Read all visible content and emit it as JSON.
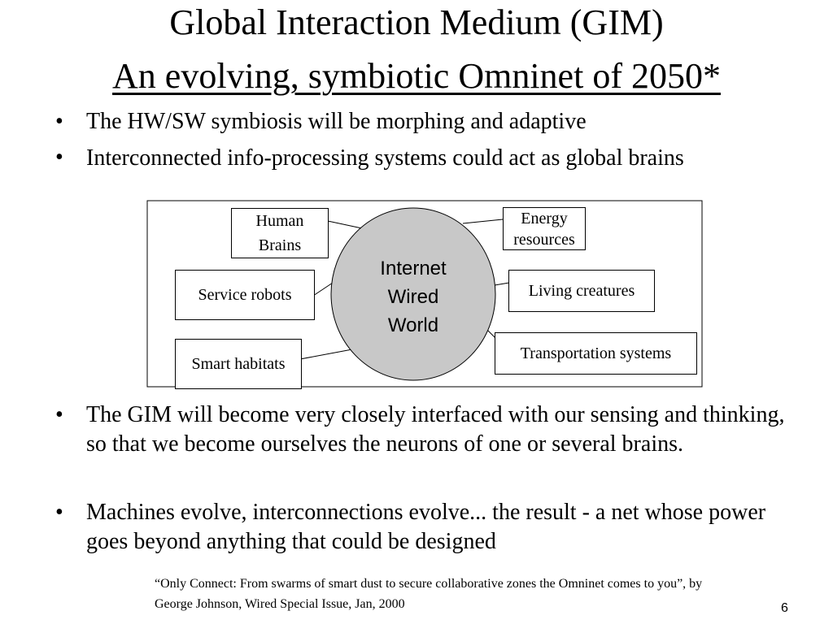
{
  "title": {
    "line1": "Global Interaction Medium (GIM)",
    "line2": "An evolving, symbiotic Omninet of 2050*"
  },
  "bullets_top": [
    {
      "marker": "•",
      "text": "The HW/SW symbiosis will be morphing and adaptive"
    },
    {
      "marker": "•",
      "text": "Interconnected info-processing systems could act as global brains"
    }
  ],
  "diagram": {
    "hub": {
      "line1": "Internet",
      "line2": "Wired",
      "line3": "World",
      "fill": "#c8c8c8"
    },
    "nodes": {
      "human_brains": {
        "line1": "Human",
        "line2": "Brains"
      },
      "service_robots": "Service robots",
      "smart_habitats": "Smart habitats",
      "energy_resources": {
        "line1": "Energy",
        "line2": "resources"
      },
      "living_creatures": "Living creatures",
      "transportation_systems": "Transportation systems"
    }
  },
  "bullets_bottom": [
    {
      "marker": "•",
      "text": "The GIM will become very closely interfaced with our sensing and thinking, so that we become ourselves the neurons of one or several brains."
    },
    {
      "marker": "•",
      "text": "Machines evolve, interconnections evolve... the result - a net whose power goes beyond anything that could be designed"
    }
  ],
  "footnote": "“Only Connect: From swarms of smart dust to secure collaborative zones the Omninet comes to you”, by George Johnson, Wired Special Issue, Jan, 2000",
  "page_number": "6"
}
